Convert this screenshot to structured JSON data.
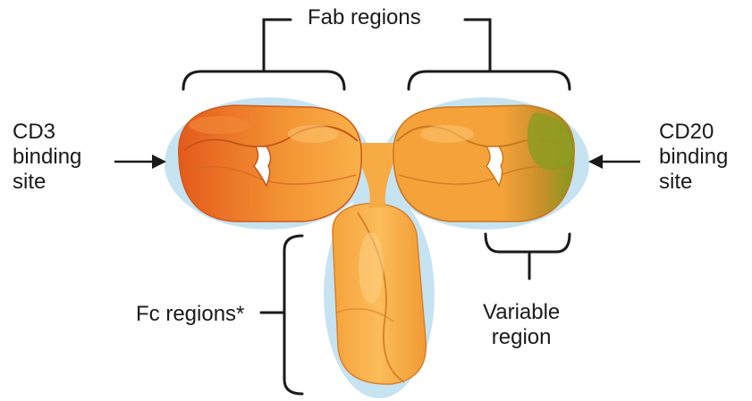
{
  "labels": {
    "fab_regions": "Fab regions",
    "cd3": [
      "CD3",
      "binding",
      "site"
    ],
    "cd20": [
      "CD20",
      "binding",
      "site"
    ],
    "fc_regions": "Fc regions*",
    "variable_region": [
      "Variable",
      "region"
    ]
  },
  "colors": {
    "antibody_orange": "#f7a53c",
    "antibody_dark_orange": "#e9661e",
    "variable_green": "#8a9a22",
    "outline_halo": "#bfe0f0",
    "annotation_line": "#1a1a1a"
  }
}
